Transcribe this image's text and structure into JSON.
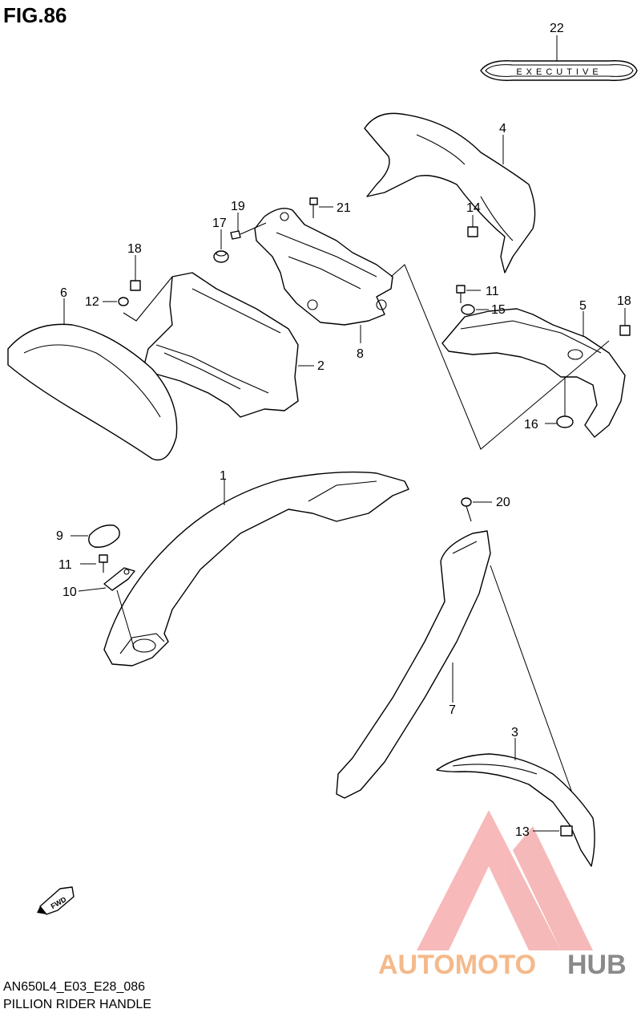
{
  "figure": {
    "title": "FIG.86",
    "code": "AN650L4_E03_E28_086",
    "name": "PILLION RIDER HANDLE"
  },
  "callouts": [
    "1",
    "2",
    "3",
    "4",
    "5",
    "6",
    "7",
    "8",
    "9",
    "10",
    "11",
    "11",
    "12",
    "13",
    "14",
    "15",
    "16",
    "17",
    "18",
    "18",
    "19",
    "20",
    "21",
    "22"
  ],
  "emblem_text": "EXECUTIVE",
  "fwd_label": "FWD",
  "watermark": {
    "part1": "AUTOMOTO",
    "part2": "HUB",
    "color1": "#f5b98a",
    "color2": "#8a8a8a",
    "logo_color": "#f08080"
  }
}
